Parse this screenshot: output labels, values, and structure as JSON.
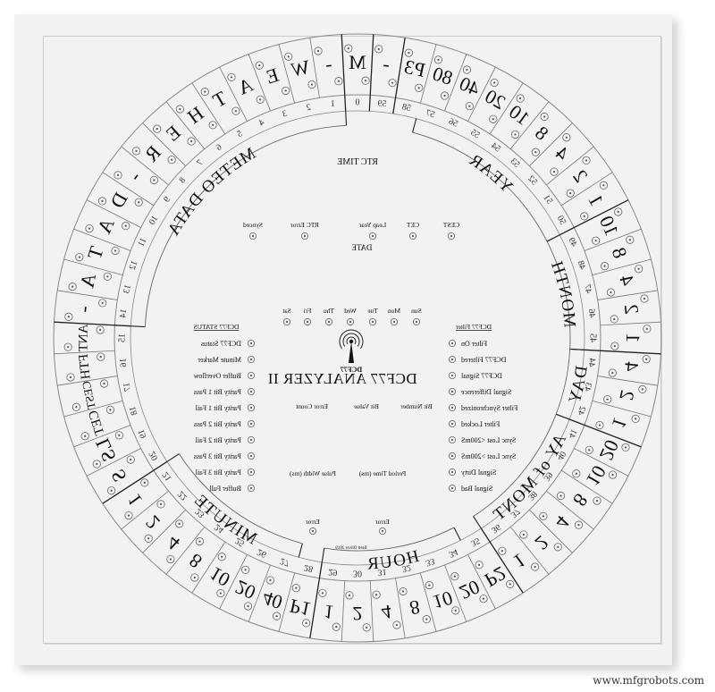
{
  "title": "DCF77 ANALYZER II",
  "subtitle": "DCF77",
  "credit": "Brett Oliver 2019",
  "watermark": "www.mfgrobots.com",
  "mirrored": true,
  "colors": {
    "background": "#f2f3f2",
    "line": "#555555",
    "text": "#111111"
  },
  "ring": {
    "segments": [
      "M",
      "-",
      "W",
      "E",
      "A",
      "T",
      "H",
      "E",
      "R",
      "-",
      "D",
      "A",
      "T",
      "A",
      "-",
      "ANT",
      "FTH",
      "CEST",
      "CET",
      "LS",
      "S",
      "1",
      "2",
      "4",
      "8",
      "10",
      "20",
      "40",
      "P1",
      "1",
      "2",
      "4",
      "8",
      "10",
      "20",
      "P2",
      "1",
      "2",
      "4",
      "8",
      "10",
      "20",
      "1",
      "2",
      "4",
      "1",
      "2",
      "4",
      "8",
      "10",
      "1",
      "2",
      "4",
      "8",
      "10",
      "20",
      "40",
      "80",
      "P3",
      "-"
    ],
    "second_numbers": [
      "0",
      "1",
      "2",
      "3",
      "4",
      "5",
      "6",
      "7",
      "8",
      "9",
      "10",
      "11",
      "12",
      "13",
      "14",
      "15",
      "16",
      "17",
      "18",
      "19",
      "20",
      "21",
      "22",
      "23",
      "24",
      "25",
      "26",
      "27",
      "28",
      "29",
      "30",
      "31",
      "32",
      "33",
      "34",
      "35",
      "36",
      "37",
      "38",
      "39",
      "40",
      "41",
      "42",
      "43",
      "44",
      "45",
      "46",
      "47",
      "48",
      "49",
      "50",
      "51",
      "52",
      "53",
      "54",
      "55",
      "56",
      "57",
      "58",
      "59"
    ],
    "group_labels": {
      "meteo": "METEO DATA",
      "minute": "MINUTE",
      "hour": "HOUR",
      "day_of_month": "DAY of MONTH",
      "day": "DAY",
      "month": "MONTH",
      "year": "YEAR"
    }
  },
  "rtc": {
    "heading": "RTC TIME",
    "indicators": [
      "CEST",
      "CET",
      "Leap Year",
      "RTC Error",
      "Synced"
    ],
    "date_heading": "DATE"
  },
  "weekdays": [
    "Sun",
    "Mon",
    "Tue",
    "Wed",
    "Thu",
    "Fri",
    "Sat"
  ],
  "filter_panel": {
    "heading": "DCF77 Filter",
    "items": [
      "Filter On",
      "DCF77 Filtered",
      "DCF77 Signal",
      "Signal Difference",
      "Filter Synchronized",
      "Filter Locked",
      "Sync Lost <200mS",
      "Sync Lost >200mS",
      "Signal Dirty",
      "Signal Bad"
    ]
  },
  "status_panel": {
    "heading": "DCF77 STATUS",
    "items": [
      "DCF77 Status",
      "Minute Marker",
      "Buffer Overflow",
      "Parity Bit 1 Pass",
      "Parity Bit 1 Fail",
      "Parity Bit 2 Pass",
      "Parity Bit 2 Fail",
      "Parity Bit 3 Pass",
      "Parity Bit 3 Fail",
      "Buffer Full"
    ]
  },
  "display_labels": {
    "bit_number": "Bit Number",
    "bit_value": "Bit Value",
    "error_count": "Error Count",
    "period_time": "Period Time (ms)",
    "pulse_width": "Pulse Width (ms)",
    "error_left": "Error",
    "error_right": "Error"
  }
}
